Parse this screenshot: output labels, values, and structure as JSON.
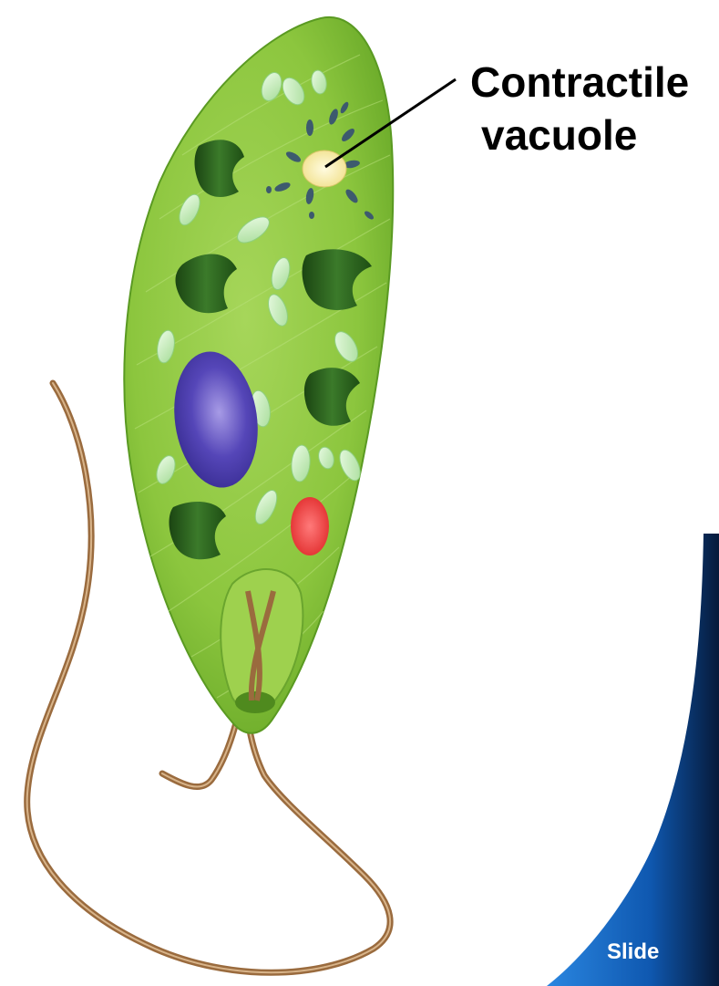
{
  "diagram": {
    "labels": [
      {
        "id": "contractile-vacuole",
        "lines": [
          "Contractile",
          "vacuole"
        ]
      }
    ]
  },
  "footer": {
    "slide_label": "Slide"
  },
  "colors": {
    "cell_body": "#8cc63e",
    "cell_body_dark": "#5a9a22",
    "chloroplast": "#2e6b1f",
    "chloroplast_dark": "#1b4512",
    "paramylon": "#c8f0c0",
    "nucleus": "#5546b8",
    "eyespot": "#ee3b3b",
    "contractile_vacuole": "#f8f0b0",
    "collecting_canals": "#3d5a6e",
    "flagellum": "#9a6b3e",
    "slide_accent": "#1a6fc9"
  },
  "icons": {
    "slide_decoration": "blue-curved-panel"
  }
}
